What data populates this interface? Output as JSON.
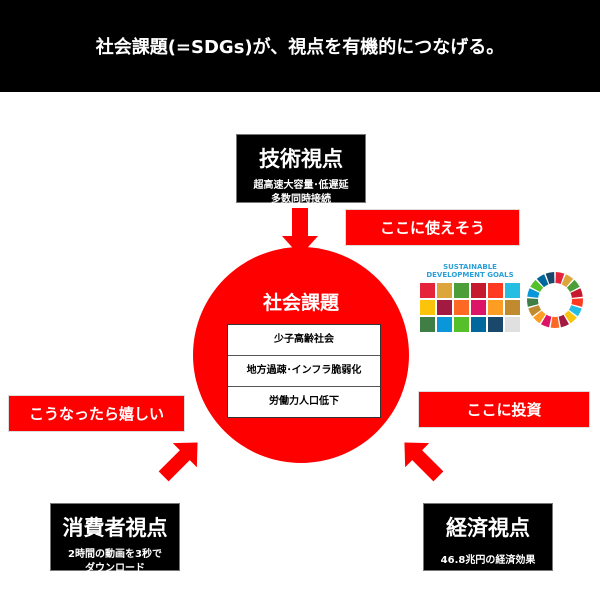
{
  "header": {
    "title": "社会課題(=SDGs)が、視点を有機的につなげる。"
  },
  "tech": {
    "title": "技術視点",
    "sub1": "超高速大容量･低遅延",
    "sub2": "多数同時接続"
  },
  "consumer": {
    "title": "消費者視点",
    "sub1": "2時間の動画を3秒で",
    "sub2": "ダウンロード"
  },
  "economy": {
    "title": "経済視点",
    "sub1": "46.8兆円の経済効果"
  },
  "labels": {
    "use": "ここに使えそう",
    "happy": "こうなったら嬉しい",
    "invest": "ここに投資"
  },
  "center": {
    "title": "社会課題",
    "items": [
      "少子高齢社会",
      "地方過疎･インフラ脆弱化",
      "労働力人口低下"
    ]
  },
  "sdgs": {
    "logo_text": "SUSTAINABLE DEVELOPMENT GOALS",
    "colors": [
      "#e5243b",
      "#dda63a",
      "#4c9f38",
      "#c5192d",
      "#ff3a21",
      "#26bde2",
      "#fcc30b",
      "#a21942",
      "#fd6925",
      "#dd1367",
      "#fd9d24",
      "#bf8b2e",
      "#3f7e44",
      "#0a97d9",
      "#56c02b",
      "#00689d",
      "#19486a",
      "#e0e0e0"
    ]
  }
}
